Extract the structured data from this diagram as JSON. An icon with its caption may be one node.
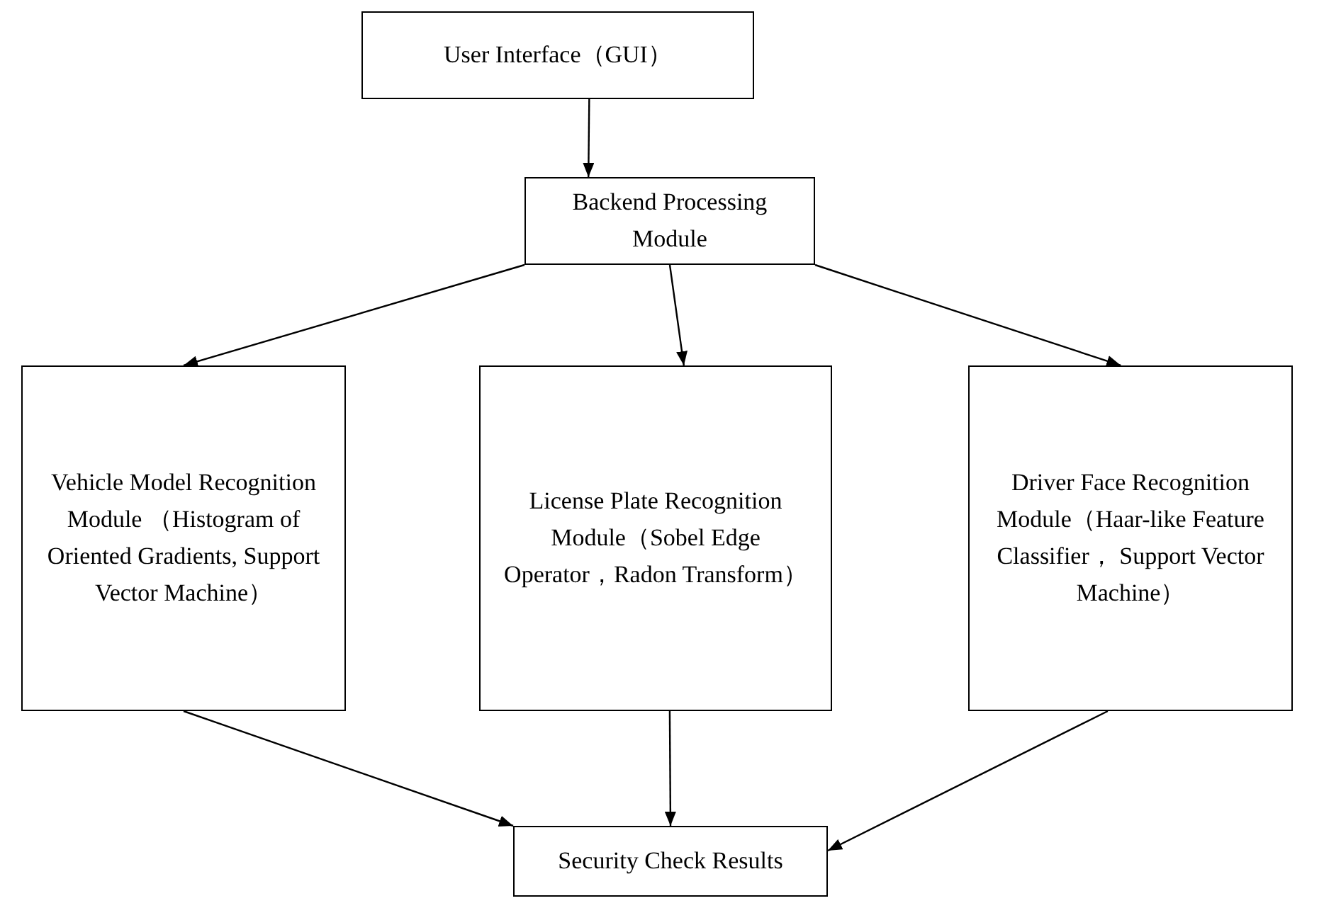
{
  "diagram": {
    "nodes": [
      {
        "text": [
          "User Interface（GUI）"
        ]
      },
      {
        "text": [
          "Backend Processing Module"
        ]
      },
      {
        "text": [
          "Vehicle Model Recognition Module （Histogram of Oriented Gradients, Support Vector Machine）"
        ]
      },
      {
        "text": [
          "License Plate Recognition Module（Sobel Edge Operator，Radon Transform）"
        ]
      },
      {
        "text": [
          "Driver Face Recognition Module（Haar-like Feature Classifier， Support Vector Machine）"
        ]
      },
      {
        "text": [
          "Security Check Results"
        ]
      }
    ],
    "edges": [
      {
        "from": 0,
        "to": 1,
        "arrow": "to"
      },
      {
        "from": 1,
        "to": 2,
        "arrow": "to"
      },
      {
        "from": 1,
        "to": 3,
        "arrow": "to"
      },
      {
        "from": 1,
        "to": 4,
        "arrow": "to"
      },
      {
        "from": 2,
        "to": 5,
        "arrow": "to"
      },
      {
        "from": 3,
        "to": 5,
        "arrow": "to"
      },
      {
        "from": 4,
        "to": 5,
        "arrow": "to"
      }
    ]
  }
}
